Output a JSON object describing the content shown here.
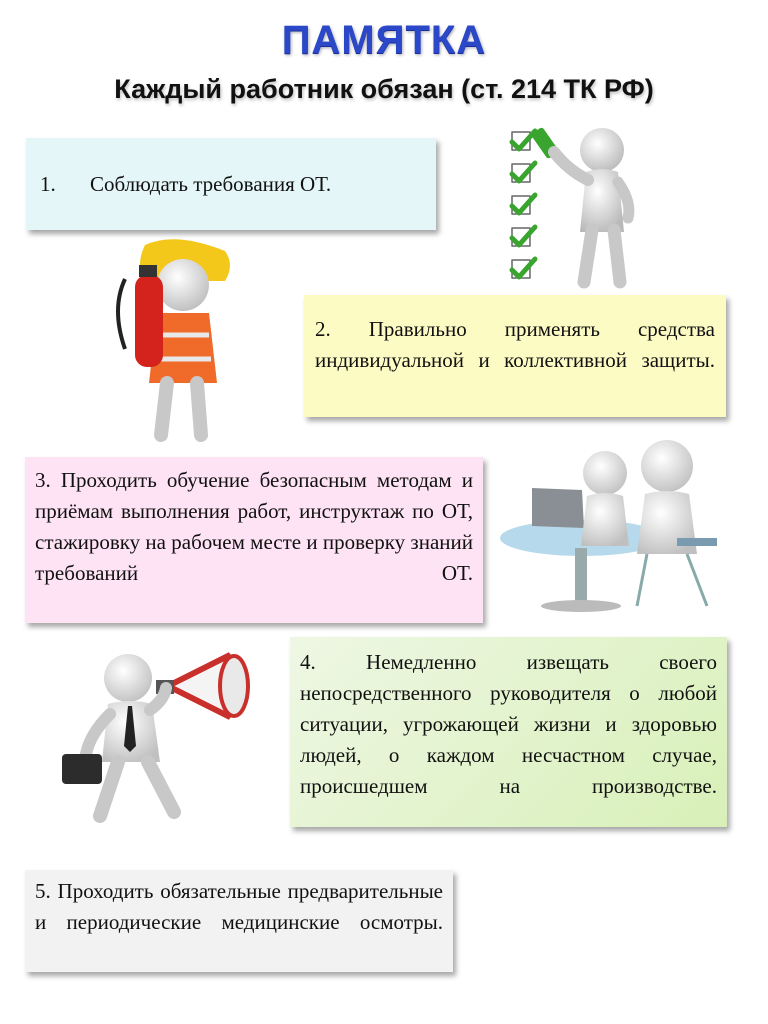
{
  "header": {
    "title": "ПАМЯТКА",
    "subtitle": "Каждый работник обязан (ст. 214 ТК РФ)"
  },
  "items": [
    {
      "number": "1.",
      "text": "Соблюдать требования ОТ.",
      "bg": "#e4f6f8"
    },
    {
      "text": "2. Правильно применять средства индивидуальной и коллективной защиты.",
      "bg": "#fdfbc4"
    },
    {
      "text": "3. Проходить обучение безопасным методам и приёмам выполнения работ, инструктаж по ОТ, стажировку на рабочем месте и проверку знаний требований ОТ.",
      "bg": "#fde3f4"
    },
    {
      "text": "4. Немедленно извещать своего непосредственного руководителя о любой ситуации, угрожающей жизни и здоровью людей, о каждом несчастном случае, происшедшем на производстве.",
      "bg": "#d8f0b8"
    },
    {
      "text": "5. Проходить обязательные предварительные и периодические медицинские осмотры.",
      "bg": "#f2f2f2"
    }
  ],
  "illustrations": [
    {
      "icon": "checklist-figure-icon"
    },
    {
      "icon": "firefighter-figure-icon"
    },
    {
      "icon": "meeting-figures-icon"
    },
    {
      "icon": "megaphone-figure-icon"
    }
  ],
  "colors": {
    "title": "#2a48c8",
    "check": "#3aa52e"
  }
}
